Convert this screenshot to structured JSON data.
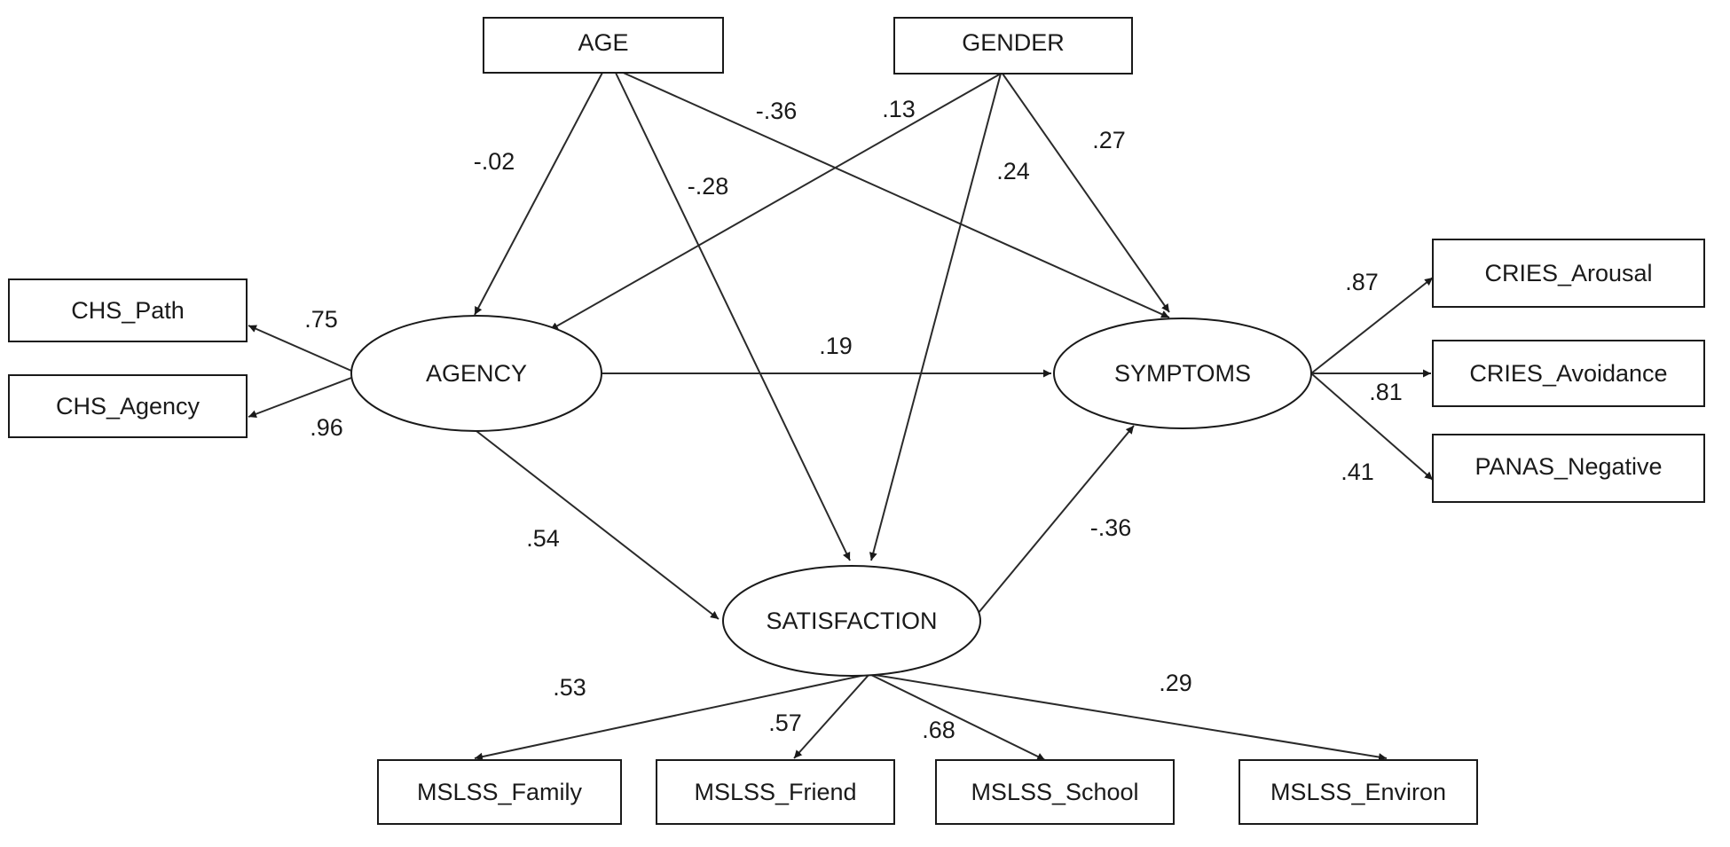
{
  "nodes": {
    "age": "AGE",
    "gender": "GENDER",
    "chs_path": "CHS_Path",
    "chs_agency": "CHS_Agency",
    "agency": "AGENCY",
    "symptoms": "SYMPTOMS",
    "satisfaction": "SATISFACTION",
    "cries_arousal": "CRIES_Arousal",
    "cries_avoidance": "CRIES_Avoidance",
    "panas_negative": "PANAS_Negative",
    "mslss_family": "MSLSS_Family",
    "mslss_friend": "MSLSS_Friend",
    "mslss_school": "MSLSS_School",
    "mslss_environ": "MSLSS_Environ"
  },
  "paths": {
    "age_agency": "-.02",
    "age_satisfaction": "-.28",
    "age_symptoms": "-.36",
    "gender_agency": ".13",
    "gender_satisfaction": ".24",
    "gender_symptoms": ".27",
    "agency_chs_path": ".75",
    "agency_chs_agency": ".96",
    "agency_symptoms": ".19",
    "agency_satisfaction": ".54",
    "satisfaction_symptoms": "-.36",
    "symptoms_cries_arousal": ".87",
    "symptoms_cries_avoidance": ".81",
    "symptoms_panas_negative": ".41",
    "satisfaction_mslss_family": ".53",
    "satisfaction_mslss_friend": ".57",
    "satisfaction_mslss_school": ".68",
    "satisfaction_mslss_environ": ".29"
  }
}
